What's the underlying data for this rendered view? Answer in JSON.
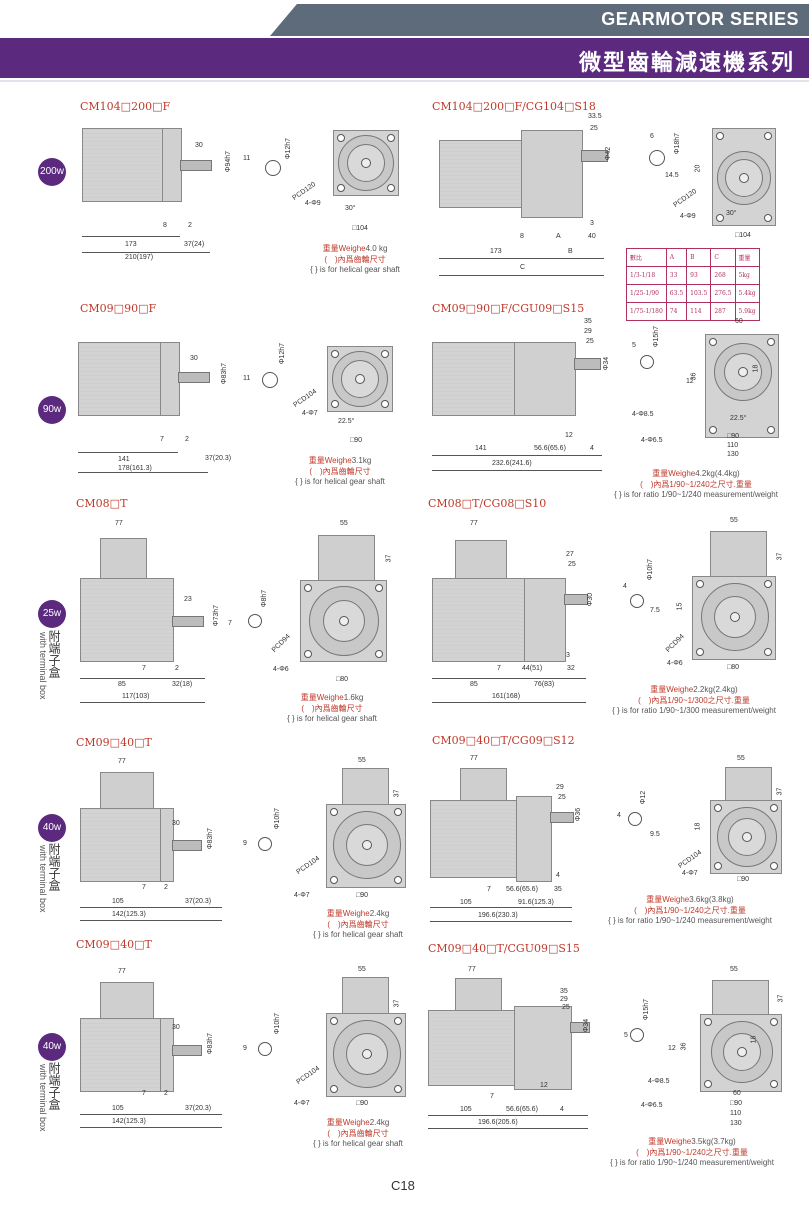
{
  "header": {
    "series_en": "GEARMOTOR SERIES",
    "series_cn": "微型齒輪減速機系列"
  },
  "common": {
    "helical_cn": "(　)內爲齒輪尺寸",
    "helical_en": "{ } is for helical gear shaft",
    "weight_prefix": "重量Weighe"
  },
  "rows": [
    {
      "power": "200w",
      "left_model": "CM104□200□F",
      "left_dims": [
        "30",
        "Φ94h7",
        "173",
        "37(24)",
        "210(197)",
        "8",
        "2",
        "11",
        "Φ12h7",
        "PCD120",
        "4-Φ9",
        "30°",
        "□104"
      ],
      "left_weight": "4.0 kg",
      "right_model": "CM104□200□F/CG104□S18",
      "right_dims": [
        "33.5",
        "25",
        "Φ42",
        "3",
        "40",
        "A",
        "B",
        "C",
        "173",
        "8",
        "6",
        "Φ18h7",
        "14.5",
        "20",
        "PCD120",
        "4-Φ9",
        "30°",
        "□104"
      ]
    },
    {
      "power": "90w",
      "left_model": "CM09□90□F",
      "left_dims": [
        "30",
        "Φ83h7",
        "141",
        "37(20.3)",
        "178(161.3)",
        "7",
        "2",
        "11",
        "Φ12h7",
        "PCD104",
        "4-Φ7",
        "22.5°",
        "□90"
      ],
      "left_weight": "3.1kg",
      "right_model": "CM09□90□F/CGU09□S15",
      "right_dims": [
        "35",
        "29",
        "25",
        "Φ34",
        "12",
        "56.6(65.6)",
        "4",
        "141",
        "232.6(241.6)",
        "5",
        "Φ15h7",
        "60",
        "36",
        "12",
        "18",
        "4-Φ8.5",
        "4-Φ6.5",
        "22.5°",
        "□90",
        "110",
        "130"
      ],
      "right_weight": "4.2kg(4.4kg)",
      "right_ratio_cn": "(　)內爲1/90~1/240之尺寸.重量",
      "right_ratio_en": "{ } is for ratio 1/90~1/240 measurement/weight"
    },
    {
      "power": "25w",
      "side_cn": "附端子盒",
      "side_en": "with terminal box",
      "left_model": "CM08□T",
      "left_dims": [
        "77",
        "23",
        "Φ73h7",
        "85",
        "7",
        "2",
        "32(18)",
        "117(103)",
        "7",
        "Φ8h7",
        "55",
        "37",
        "PCD94",
        "4-Φ6",
        "□80"
      ],
      "left_weight": "1.6kg",
      "right_model": "CM08□T/CG08□S10",
      "right_dims": [
        "77",
        "27",
        "25",
        "Φ30",
        "3",
        "7",
        "44(51)",
        "32",
        "85",
        "76(83)",
        "161(168)",
        "4",
        "Φ10h7",
        "7.5",
        "55",
        "37",
        "15",
        "PCD94",
        "4-Φ6",
        "□80"
      ],
      "right_weight": "2.2kg(2.4kg)",
      "right_ratio_cn": "(　)內爲1/90~1/300之尺寸.重量",
      "right_ratio_en": "{ } is for ratio 1/90~1/300 measurement/weight"
    },
    {
      "power": "40w",
      "side_cn": "附端子盒",
      "side_en": "with terminal box",
      "left_model": "CM09□40□T",
      "left_dims": [
        "77",
        "30",
        "Φ83h7",
        "7",
        "2",
        "105",
        "37(20.3)",
        "142(125.3)",
        "9",
        "Φ10h7",
        "55",
        "37",
        "PCD104",
        "4-Φ7",
        "□90"
      ],
      "left_weight": "2.4kg",
      "right_model": "CM09□40□T/CG09□S12",
      "right_dims": [
        "77",
        "29",
        "25",
        "Φ36",
        "4",
        "7",
        "56.6(65.6)",
        "35",
        "105",
        "91.6(125.3)",
        "196.6(230.3)",
        "4",
        "Φ12",
        "9.5",
        "55",
        "37",
        "18",
        "PCD104",
        "4-Φ7",
        "□90"
      ],
      "right_weight": "3.6kg(3.8kg)",
      "right_ratio_cn": "(　)內爲1/90~1/240之尺寸.重量",
      "right_ratio_en": "{ } is for ratio 1/90~1/240 measurement/weight"
    },
    {
      "power": "40w",
      "side_cn": "附端子盒",
      "side_en": "with terminal box",
      "left_model": "CM09□40□T",
      "left_dims": [
        "77",
        "30",
        "Φ83h7",
        "7",
        "2",
        "105",
        "37(20.3)",
        "142(125.3)",
        "9",
        "Φ10h7",
        "55",
        "37",
        "PCD104",
        "4-Φ7",
        "□90"
      ],
      "left_weight": "2.4kg",
      "right_model": "CM09□40□T/CGU09□S15",
      "right_dims": [
        "77",
        "35",
        "29",
        "25",
        "Φ34",
        "12",
        "7",
        "56.6(65.6)",
        "4",
        "105",
        "196.6(205.6)",
        "5",
        "Φ15h7",
        "12",
        "55",
        "37",
        "36",
        "18",
        "4-Φ8.5",
        "4-Φ6.5",
        "60",
        "□90",
        "110",
        "130"
      ],
      "right_weight": "3.5kg(3.7kg)",
      "right_ratio_cn": "(　)內爲1/90~1/240之尺寸.重量",
      "right_ratio_en": "{ } is for ratio 1/90~1/240 measurement/weight"
    }
  ],
  "spec_table": {
    "header": [
      "數比",
      "A",
      "B",
      "C",
      "重量"
    ],
    "rows": [
      [
        "1/3-1/18",
        "33",
        "93",
        "268",
        "5kg"
      ],
      [
        "1/25-1/90",
        "63.5",
        "103.5",
        "276.5",
        "5.4kg"
      ],
      [
        "1/75-1/180",
        "74",
        "114",
        "287",
        "5.9kg"
      ]
    ]
  },
  "page_number": "C18"
}
